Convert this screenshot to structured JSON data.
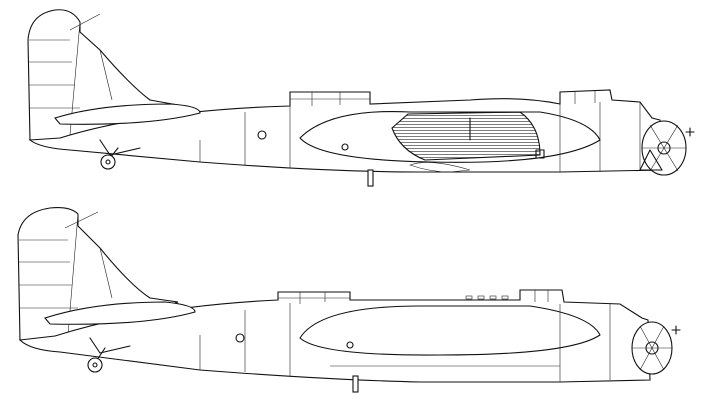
{
  "drawing": {
    "views": [
      {
        "id": "upper-profile",
        "variant": "with-ventral-glazing"
      },
      {
        "id": "lower-profile",
        "variant": "clean-fuselage"
      }
    ]
  },
  "colors": {
    "line": "#111111",
    "background": "#ffffff",
    "hatch": "#555555"
  }
}
